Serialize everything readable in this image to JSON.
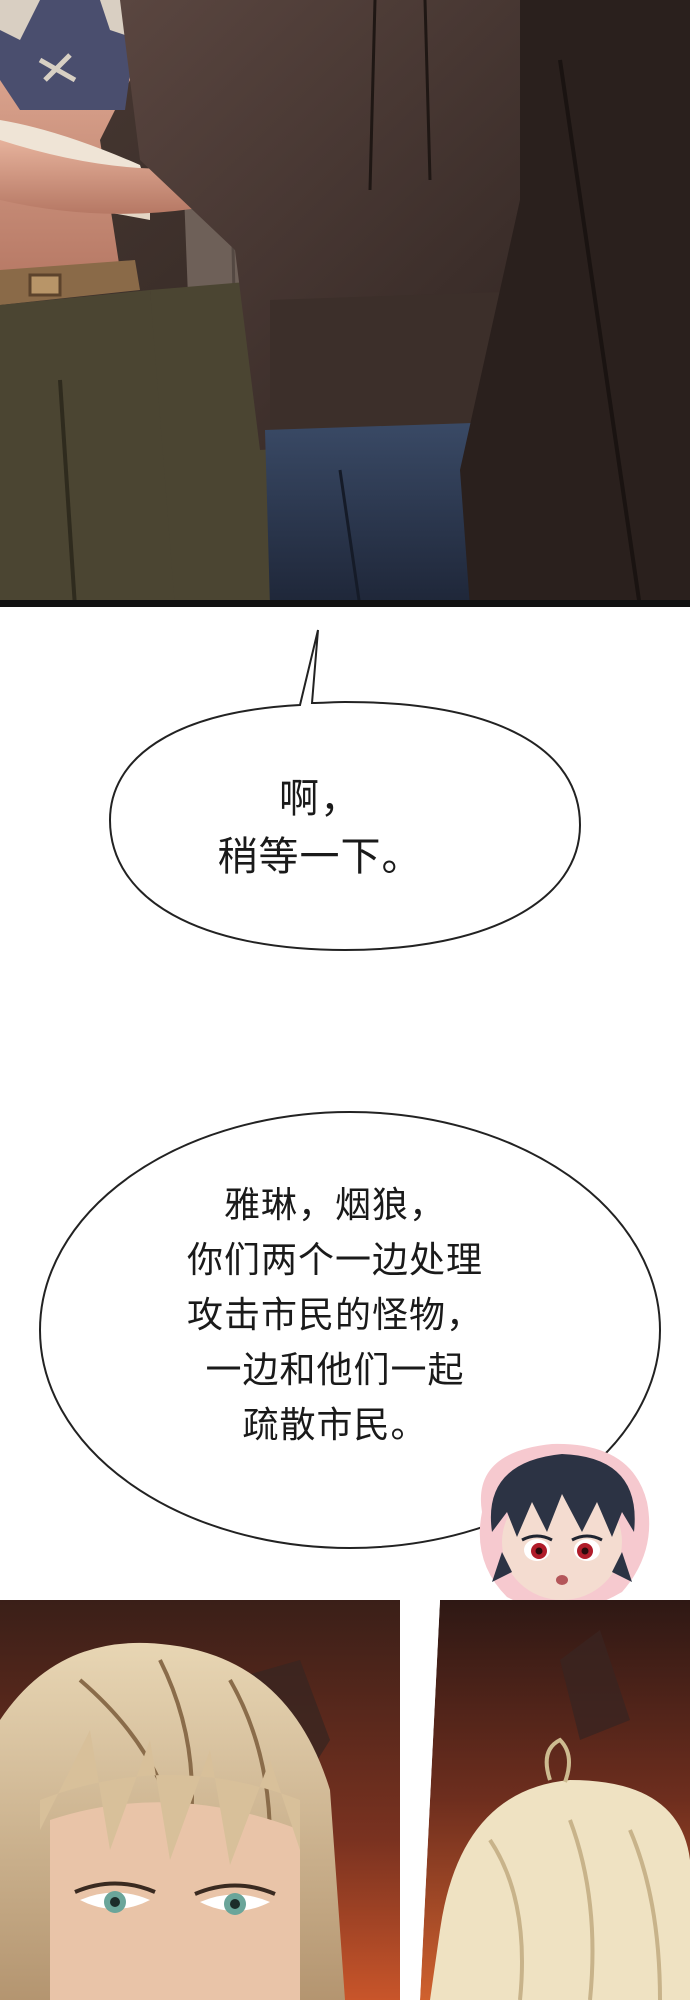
{
  "bubbles": {
    "first": {
      "lines": [
        "啊，",
        "稍等一下。"
      ]
    },
    "second": {
      "lines": [
        "雅琳，烟狼，",
        "你们两个一边处理",
        "攻击市民的怪物，",
        "一边和他们一起",
        "疏散市民。"
      ]
    }
  },
  "colors": {
    "page_background": "#ffffff",
    "top_panel_dark": "#2e2521",
    "fire_orange": "#c8552a",
    "bubble_stroke": "#222222"
  },
  "icons": {
    "chibi": "chibi-character-head-icon"
  }
}
